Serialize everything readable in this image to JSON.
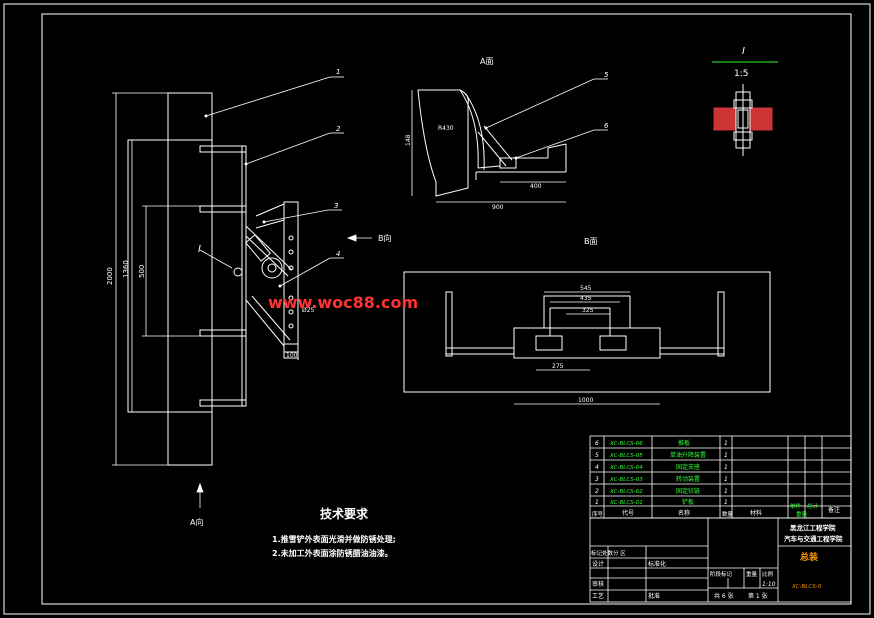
{
  "view_labels": {
    "a_view": "A面",
    "b_view": "B面",
    "b_direction": "B向",
    "a_direction": "A向",
    "detail_title": "I",
    "detail_scale": "1:5",
    "detail_marker": "I"
  },
  "balloons": [
    "1",
    "2",
    "3",
    "4",
    "5",
    "6"
  ],
  "dims": {
    "left_total": "2000",
    "left_mid": "1360",
    "left_inner": "500",
    "left_bottom": "100",
    "left_hole": "Ø25",
    "a_height": "148",
    "a_radius": "R430",
    "a_base": "400",
    "a_width": "900",
    "b_w1": "545",
    "b_w2": "435",
    "b_w3": "325",
    "b_w4": "275",
    "b_total": "1000"
  },
  "watermark": "www.woc88.com",
  "tech": {
    "title": "技术要求",
    "lines": [
      "1.推雪铲外表面光滑并做防锈处理;",
      "2.未加工外表面涂防锈腊油油漆。"
    ]
  },
  "bom": [
    {
      "no": "6",
      "code": "XC-BLCS-06",
      "name": "推板",
      "qty": "1"
    },
    {
      "no": "5",
      "code": "XC-BLCS-05",
      "name": "单油升降装置",
      "qty": "1"
    },
    {
      "no": "4",
      "code": "XC-BLCS-04",
      "name": "固定支座",
      "qty": "1"
    },
    {
      "no": "3",
      "code": "XC-BLCS-03",
      "name": "转动装置",
      "qty": "1"
    },
    {
      "no": "2",
      "code": "XC-BLCS-02",
      "name": "固定铰链",
      "qty": "1"
    },
    {
      "no": "1",
      "code": "XC-BLCS-01",
      "name": "铲板",
      "qty": "1"
    }
  ],
  "bom_header": {
    "no": "序号",
    "code": "代号",
    "name": "名称",
    "qty": "数量",
    "material": "材料",
    "single": "单件",
    "total": "总计",
    "weight": "重量",
    "remark": "备注"
  },
  "title_block": {
    "school1": "黑龙江工程学院",
    "school2": "汽车与交通工程学院",
    "mark_stage": "阶段标记",
    "weight": "重量",
    "ratio": "比例",
    "scale": "1:10",
    "sheets": "共 6 张",
    "sheet": "第 1 张",
    "drawing_title": "总装",
    "drawing_no": "XC-BLCS-0",
    "rev": "标记处数分 区",
    "design": "设计",
    "std": "标准化",
    "review": "审核",
    "craft": "工艺",
    "approve": "批准"
  }
}
